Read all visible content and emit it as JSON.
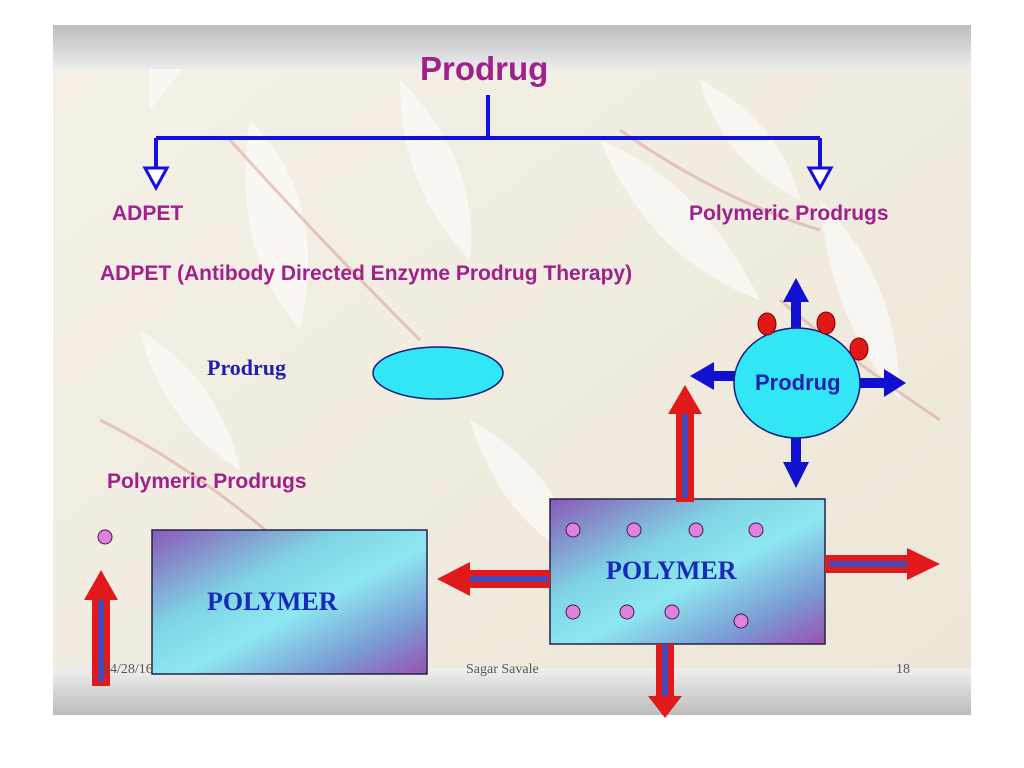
{
  "title": "Prodrug",
  "branches": {
    "left": "ADPET",
    "right": "Polymeric Prodrugs"
  },
  "adpet_definition": "ADPET (Antibody Directed Enzyme Prodrug Therapy)",
  "prodrug_oval_label": "Prodrug",
  "prodrug_circle_label": "Prodrug",
  "polymeric_prodrugs_label": "Polymeric Prodrugs",
  "polymer_left_label": "POLYMER",
  "polymer_right_label": "POLYMER",
  "footer": {
    "date": "04/28/16",
    "author": "Sagar Savale",
    "page": "18"
  },
  "colors": {
    "title_text": "#a0208c",
    "connector_blue": "#1010e0",
    "oval_fill": "#33e6f5",
    "red_marker": "#e01818",
    "red_arrow": "#e01a1a",
    "arrow_inner": "#4848b8",
    "pink_dot": "#e080e0",
    "polymer_text": "#1a2ab8",
    "slide_background": "#f4efe3"
  }
}
